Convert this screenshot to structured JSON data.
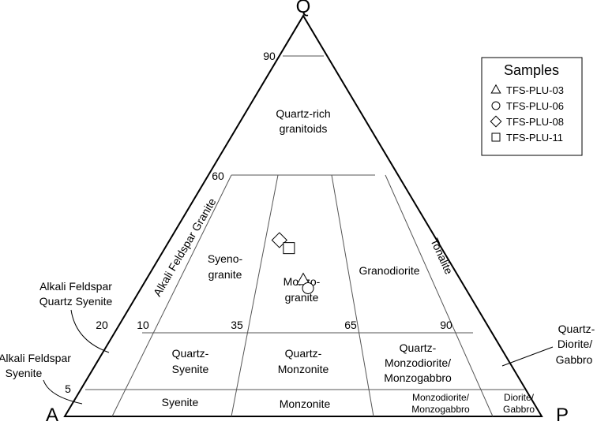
{
  "vertices": {
    "top": "Q",
    "left": "A",
    "right": "P"
  },
  "ticks": {
    "q90": "90",
    "q60": "60",
    "q20": "20",
    "q5": "5",
    "s10": "10",
    "s35": "35",
    "s65": "65",
    "s90": "90"
  },
  "fields": {
    "quartz_rich_1": "Quartz-rich",
    "quartz_rich_2": "granitoids",
    "alkali_feldspar_granite": "Alkali Feldspar Granite",
    "tonalite": "Tonalite",
    "syenogranite_1": "Syeno-",
    "syenogranite_2": "granite",
    "monzogranite_1": "Monzo-",
    "monzogranite_2": "granite",
    "granodiorite": "Granodiorite",
    "quartz_syenite_1": "Quartz-",
    "quartz_syenite_2": "Syenite",
    "quartz_monzonite_1": "Quartz-",
    "quartz_monzonite_2": "Monzonite",
    "quartz_monzodiorite_1": "Quartz-",
    "quartz_monzodiorite_2": "Monzodiorite/",
    "quartz_monzodiorite_3": "Monzogabbro",
    "syenite": "Syenite",
    "monzonite": "Monzonite",
    "monzodiorite_1": "Monzodiorite/",
    "monzodiorite_2": "Monzogabbro",
    "diorite_1": "Diorite/",
    "diorite_2": "Gabbro"
  },
  "callouts": {
    "afqs_1": "Alkali Feldspar",
    "afqs_2": "Quartz Syenite",
    "afs_1": "Alkali Feldspar",
    "afs_2": "Syenite",
    "qdg_1": "Quartz-",
    "qdg_2": "Diorite/",
    "qdg_3": "Gabbro"
  },
  "legend": {
    "title": "Samples",
    "items": [
      {
        "symbol": "triangle",
        "label": "TFS-PLU-03"
      },
      {
        "symbol": "circle",
        "label": "TFS-PLU-06"
      },
      {
        "symbol": "diamond",
        "label": "TFS-PLU-08"
      },
      {
        "symbol": "square",
        "label": "TFS-PLU-11"
      }
    ]
  },
  "samples": [
    {
      "name": "TFS-PLU-03",
      "symbol": "triangle",
      "Q": 34,
      "A": 33,
      "P": 33
    },
    {
      "name": "TFS-PLU-06",
      "symbol": "circle",
      "Q": 32,
      "A": 33,
      "P": 35
    },
    {
      "name": "TFS-PLU-08",
      "symbol": "diamond",
      "Q": 44,
      "A": 33,
      "P": 23
    },
    {
      "name": "TFS-PLU-11",
      "symbol": "square",
      "Q": 42,
      "A": 32,
      "P": 26
    }
  ]
}
